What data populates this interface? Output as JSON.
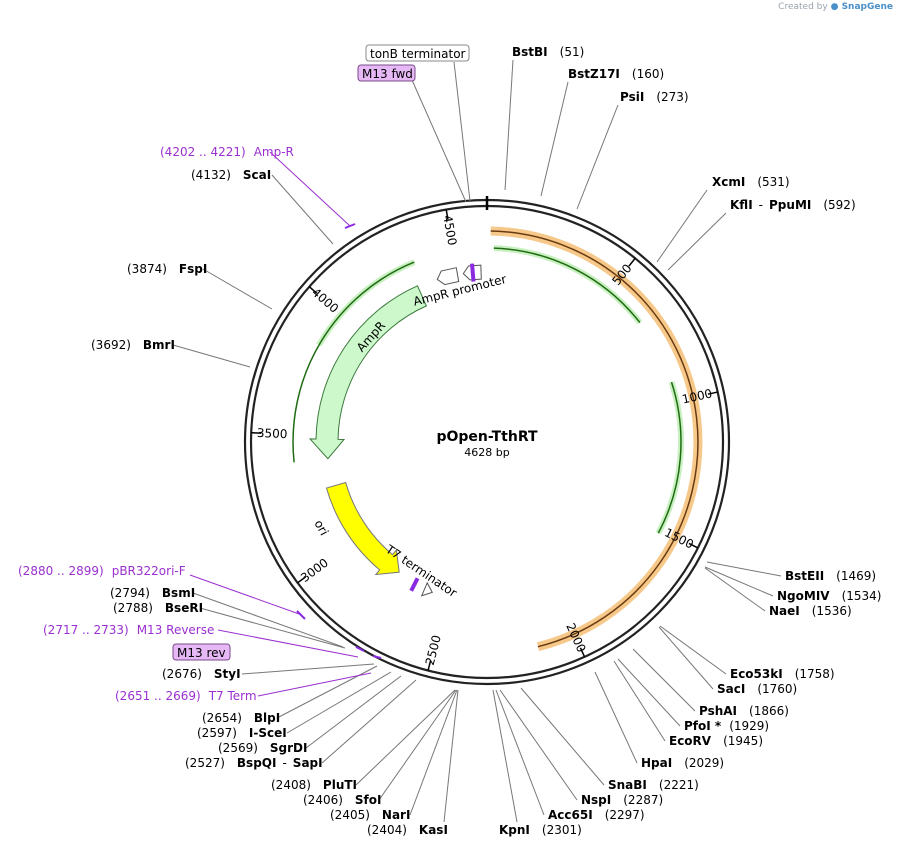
{
  "credit": {
    "prefix": "Created by",
    "brand": "SnapGene"
  },
  "plasmid": {
    "name": "pOpen-TthRT",
    "length_label": "4628 bp",
    "length": 4628
  },
  "ticks": [
    "500",
    "1000",
    "1500",
    "2000",
    "2500",
    "3000",
    "3500",
    "4000",
    "4500"
  ],
  "enzymes": [
    {
      "name": "BstBI",
      "pos": "(51)"
    },
    {
      "name": "BstZ17I",
      "pos": "(160)"
    },
    {
      "name": "PsiI",
      "pos": "(273)"
    },
    {
      "name": "XcmI",
      "pos": "(531)"
    },
    {
      "name": "KflI",
      "pos": "(592)",
      "joiner": "-",
      "name2": "PpuMI"
    },
    {
      "name": "BstEII",
      "pos": "(1469)"
    },
    {
      "name": "NgoMIV",
      "pos": "(1534)"
    },
    {
      "name": "NaeI",
      "pos": "(1536)"
    },
    {
      "name": "Eco53kI",
      "pos": "(1758)"
    },
    {
      "name": "SacI",
      "pos": "(1760)"
    },
    {
      "name": "PshAI",
      "pos": "(1866)"
    },
    {
      "name": "PfoI *",
      "pos": "(1929)"
    },
    {
      "name": "EcoRV",
      "pos": "(1945)"
    },
    {
      "name": "HpaI",
      "pos": "(2029)"
    },
    {
      "name": "SnaBI",
      "pos": "(2221)"
    },
    {
      "name": "NspI",
      "pos": "(2287)"
    },
    {
      "name": "Acc65I",
      "pos": "(2297)"
    },
    {
      "name": "KpnI",
      "pos": "(2301)"
    },
    {
      "name": "KasI",
      "pos": "(2404)"
    },
    {
      "name": "NarI",
      "pos": "(2405)"
    },
    {
      "name": "SfoI",
      "pos": "(2406)"
    },
    {
      "name": "PluTI",
      "pos": "(2408)"
    },
    {
      "name": "BspQI",
      "pos": "(2527)",
      "joiner": "-",
      "name2": "SapI"
    },
    {
      "name": "SgrDI",
      "pos": "(2569)"
    },
    {
      "name": "I-SceI",
      "pos": "(2597)"
    },
    {
      "name": "BlpI",
      "pos": "(2654)"
    },
    {
      "name": "StyI",
      "pos": "(2676)"
    },
    {
      "name": "BseRI",
      "pos": "(2788)"
    },
    {
      "name": "BsmI",
      "pos": "(2794)"
    },
    {
      "name": "BmrI",
      "pos": "(3692)"
    },
    {
      "name": "FspI",
      "pos": "(3874)"
    },
    {
      "name": "ScaI",
      "pos": "(4132)"
    }
  ],
  "primers": [
    {
      "range": "(4202 .. 4221)",
      "name": "Amp-R"
    },
    {
      "range": "(2880 .. 2899)",
      "name": "pBR322ori-F"
    },
    {
      "range": "(2717 .. 2733)",
      "name": "M13 Reverse"
    },
    {
      "range": "(2651 .. 2669)",
      "name": "T7 Term"
    }
  ],
  "boxed_features": [
    "tonB terminator",
    "M13 fwd",
    "M13 rev"
  ],
  "features": [
    {
      "name": "AmpR promoter",
      "color": "#ffffff"
    },
    {
      "name": "AmpR",
      "color": "#ccf8cc"
    },
    {
      "name": "ori",
      "color": "#ffff00"
    },
    {
      "name": "T7 terminator",
      "color": "#8a2be2"
    }
  ],
  "colors": {
    "backbone": "#222222",
    "orf_fill": "#f6c88a",
    "orf_line": "#6b3b10",
    "orf_green": "#1f6b12",
    "primer_label": "#9b30d0",
    "boxed_fill": "#e6b8f5"
  }
}
